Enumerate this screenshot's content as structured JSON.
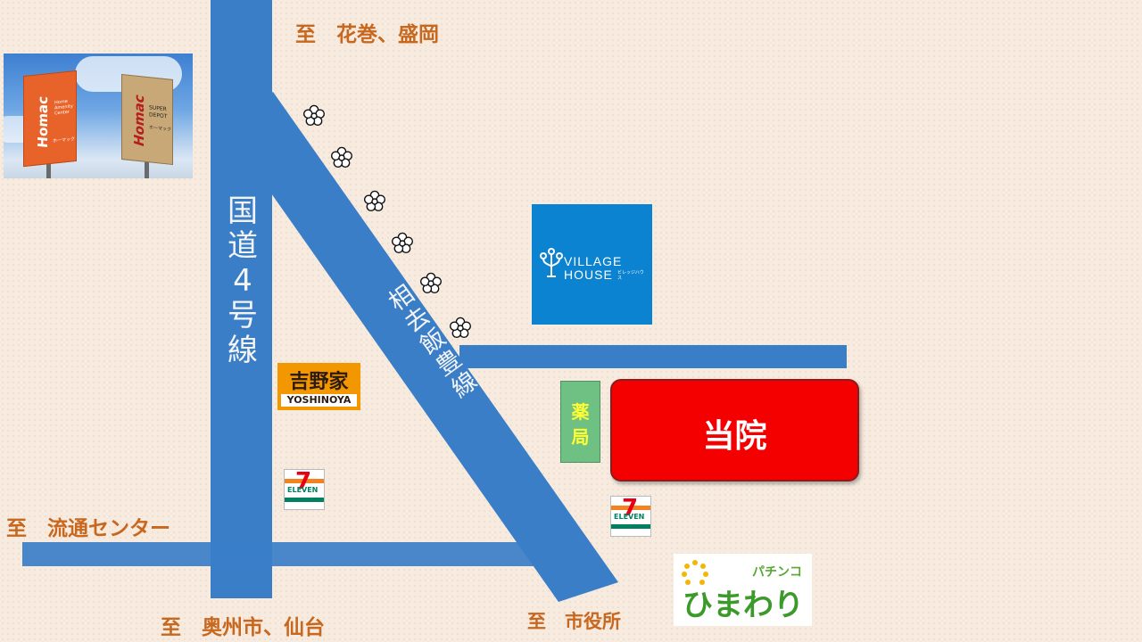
{
  "destinations": {
    "north": "至　花巻、盛岡",
    "west": "至　流通センター",
    "south": "至　奥州市、仙台",
    "city_hall": "至　市役所"
  },
  "roads": {
    "route4_chars": [
      "国",
      "道",
      "4",
      "号",
      "線"
    ],
    "aisaru_chars": [
      "相",
      "去",
      "飯",
      "豊",
      "線"
    ]
  },
  "landmarks": {
    "clinic": "当院",
    "pharmacy_chars": [
      "薬",
      "局"
    ],
    "village_house": {
      "line1": "VILLAGE",
      "line2": "HOUSE",
      "tagline": "ビレッジハウス"
    },
    "yoshinoya": {
      "kanji": "吉野家",
      "roman": "YOSHINOYA"
    },
    "homac": {
      "sign1": "Homac",
      "sign2": "Homac",
      "sign1_sub": "Home Amenity Center",
      "sign1_kana": "ホーマック",
      "sign2_sub1": "SUPER",
      "sign2_sub2": "DEPOT",
      "sign2_kana": "ホーマック"
    },
    "seven_eleven": "ELEVEN",
    "pachinko": {
      "small": "パチンコ",
      "big": "ひまわり"
    }
  },
  "colors": {
    "road": "#3a7ec8",
    "clinic": "#f50000",
    "pharmacy": "#6ec083",
    "village_house": "#0c83d0",
    "destination_text": "#c8671e"
  }
}
